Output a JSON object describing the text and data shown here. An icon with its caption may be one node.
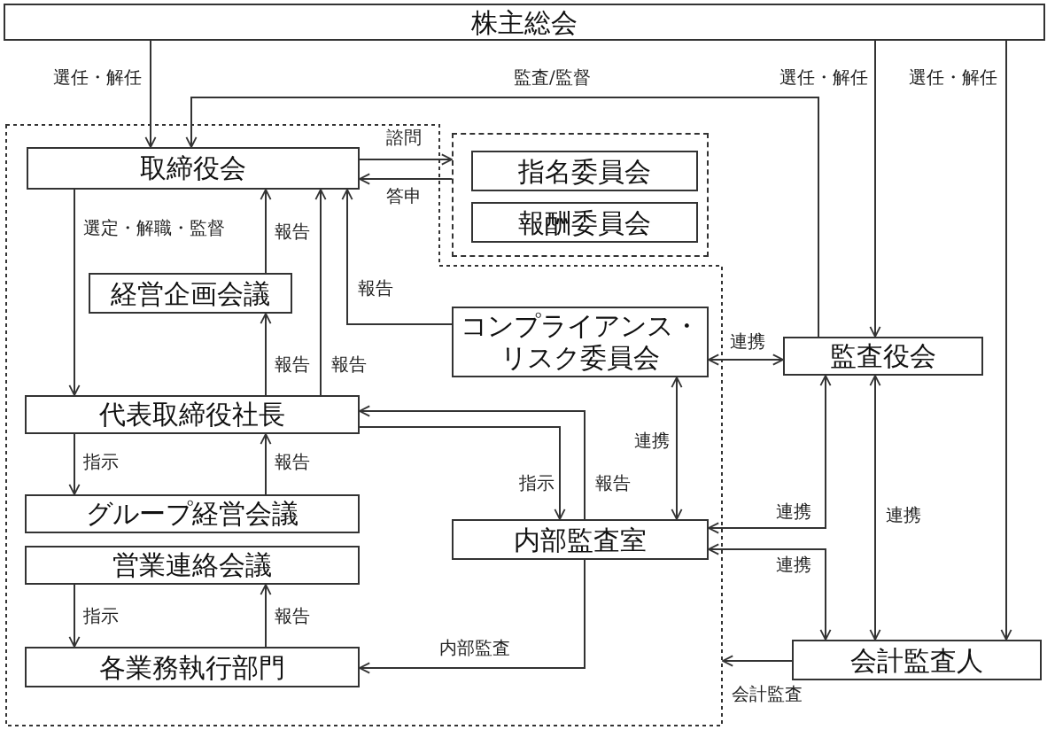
{
  "diagram": {
    "nodes": [
      {
        "text": [
          "株主総会"
        ]
      },
      {
        "text": [],
        "shape": "box"
      },
      {
        "text": [
          "取締役会"
        ],
        "in": 1
      },
      {
        "text": [],
        "shape": "box"
      },
      {
        "text": [
          "指名委員会"
        ],
        "in": 3
      },
      {
        "text": [
          "報酬委員会"
        ],
        "in": 3
      },
      {
        "text": [
          "経営企画会議"
        ],
        "in": 1
      },
      {
        "text": [
          "コンプライアンス・リスク委員会"
        ],
        "in": 1
      },
      {
        "text": [
          "監査役会"
        ]
      },
      {
        "text": [
          "代表取締役社長"
        ],
        "in": 1
      },
      {
        "text": [
          "グループ経営会議"
        ],
        "in": 1
      },
      {
        "text": [
          "営業連絡会議"
        ],
        "in": 1
      },
      {
        "text": [
          "内部監査室"
        ],
        "in": 1
      },
      {
        "text": [
          "各業務執行部門"
        ],
        "in": 1
      },
      {
        "text": [
          "会計監査人"
        ]
      }
    ],
    "edges": [
      {
        "from": 0,
        "to": 2,
        "arrow": "to",
        "label": "選任・解任"
      },
      {
        "from": 8,
        "to": 2,
        "arrow": "to",
        "label": "監査/監督"
      },
      {
        "from": 0,
        "to": 8,
        "arrow": "to",
        "label": "選任・解任"
      },
      {
        "from": 0,
        "to": 14,
        "arrow": "to",
        "label": "選任・解任"
      },
      {
        "from": 2,
        "to": 3,
        "arrow": "to",
        "label": "諮問"
      },
      {
        "from": 3,
        "to": 2,
        "arrow": "to",
        "label": "答申"
      },
      {
        "from": 2,
        "to": 9,
        "arrow": "to",
        "label": "選定・解職・監督"
      },
      {
        "from": 6,
        "to": 2,
        "arrow": "to",
        "label": "報告"
      },
      {
        "from": 7,
        "to": 2,
        "arrow": "to",
        "label": "報告"
      },
      {
        "from": 9,
        "to": 6,
        "arrow": "to",
        "label": "報告"
      },
      {
        "from": 9,
        "to": 2,
        "arrow": "to",
        "label": "報告"
      },
      {
        "from": 7,
        "to": 8,
        "arrow": "both",
        "label": "連携"
      },
      {
        "from": 7,
        "to": 12,
        "arrow": "both",
        "label": "連携"
      },
      {
        "from": 9,
        "to": 12,
        "arrow": "to",
        "label": "指示"
      },
      {
        "from": 12,
        "to": 9,
        "arrow": "to",
        "label": "報告"
      },
      {
        "from": 9,
        "to": 10,
        "arrow": "to",
        "label": "指示"
      },
      {
        "from": 10,
        "to": 9,
        "arrow": "to",
        "label": "報告"
      },
      {
        "from": 8,
        "to": 12,
        "arrow": "both",
        "label": "連携"
      },
      {
        "from": 8,
        "to": 14,
        "arrow": "both",
        "label": "連携"
      },
      {
        "from": 12,
        "to": 14,
        "arrow": "both",
        "label": "連携"
      },
      {
        "from": 11,
        "to": 13,
        "arrow": "to",
        "label": "指示"
      },
      {
        "from": 13,
        "to": 11,
        "arrow": "to",
        "label": "報告"
      },
      {
        "from": 12,
        "to": 13,
        "arrow": "to",
        "label": "内部監査"
      },
      {
        "from": 14,
        "to": 1,
        "arrow": "to",
        "label": "会計監査"
      }
    ]
  }
}
